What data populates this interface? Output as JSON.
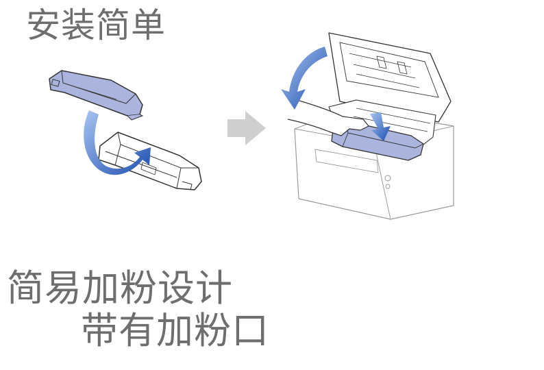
{
  "heading": "安装简单",
  "caption_line1": "简易加粉设计",
  "caption_line2": "带有加粉口",
  "colors": {
    "text": "#6e6e6e",
    "outline": "#333333",
    "cartridge_fill": "#aab4dc",
    "arrow_blue_dark": "#1e4fb0",
    "arrow_blue_light": "#a8c4f0",
    "arrow_grey": "#cfcfcf"
  },
  "icons": {
    "step_arrow": "arrow-right-icon",
    "insert_arrow": "curved-arrow-icon"
  }
}
